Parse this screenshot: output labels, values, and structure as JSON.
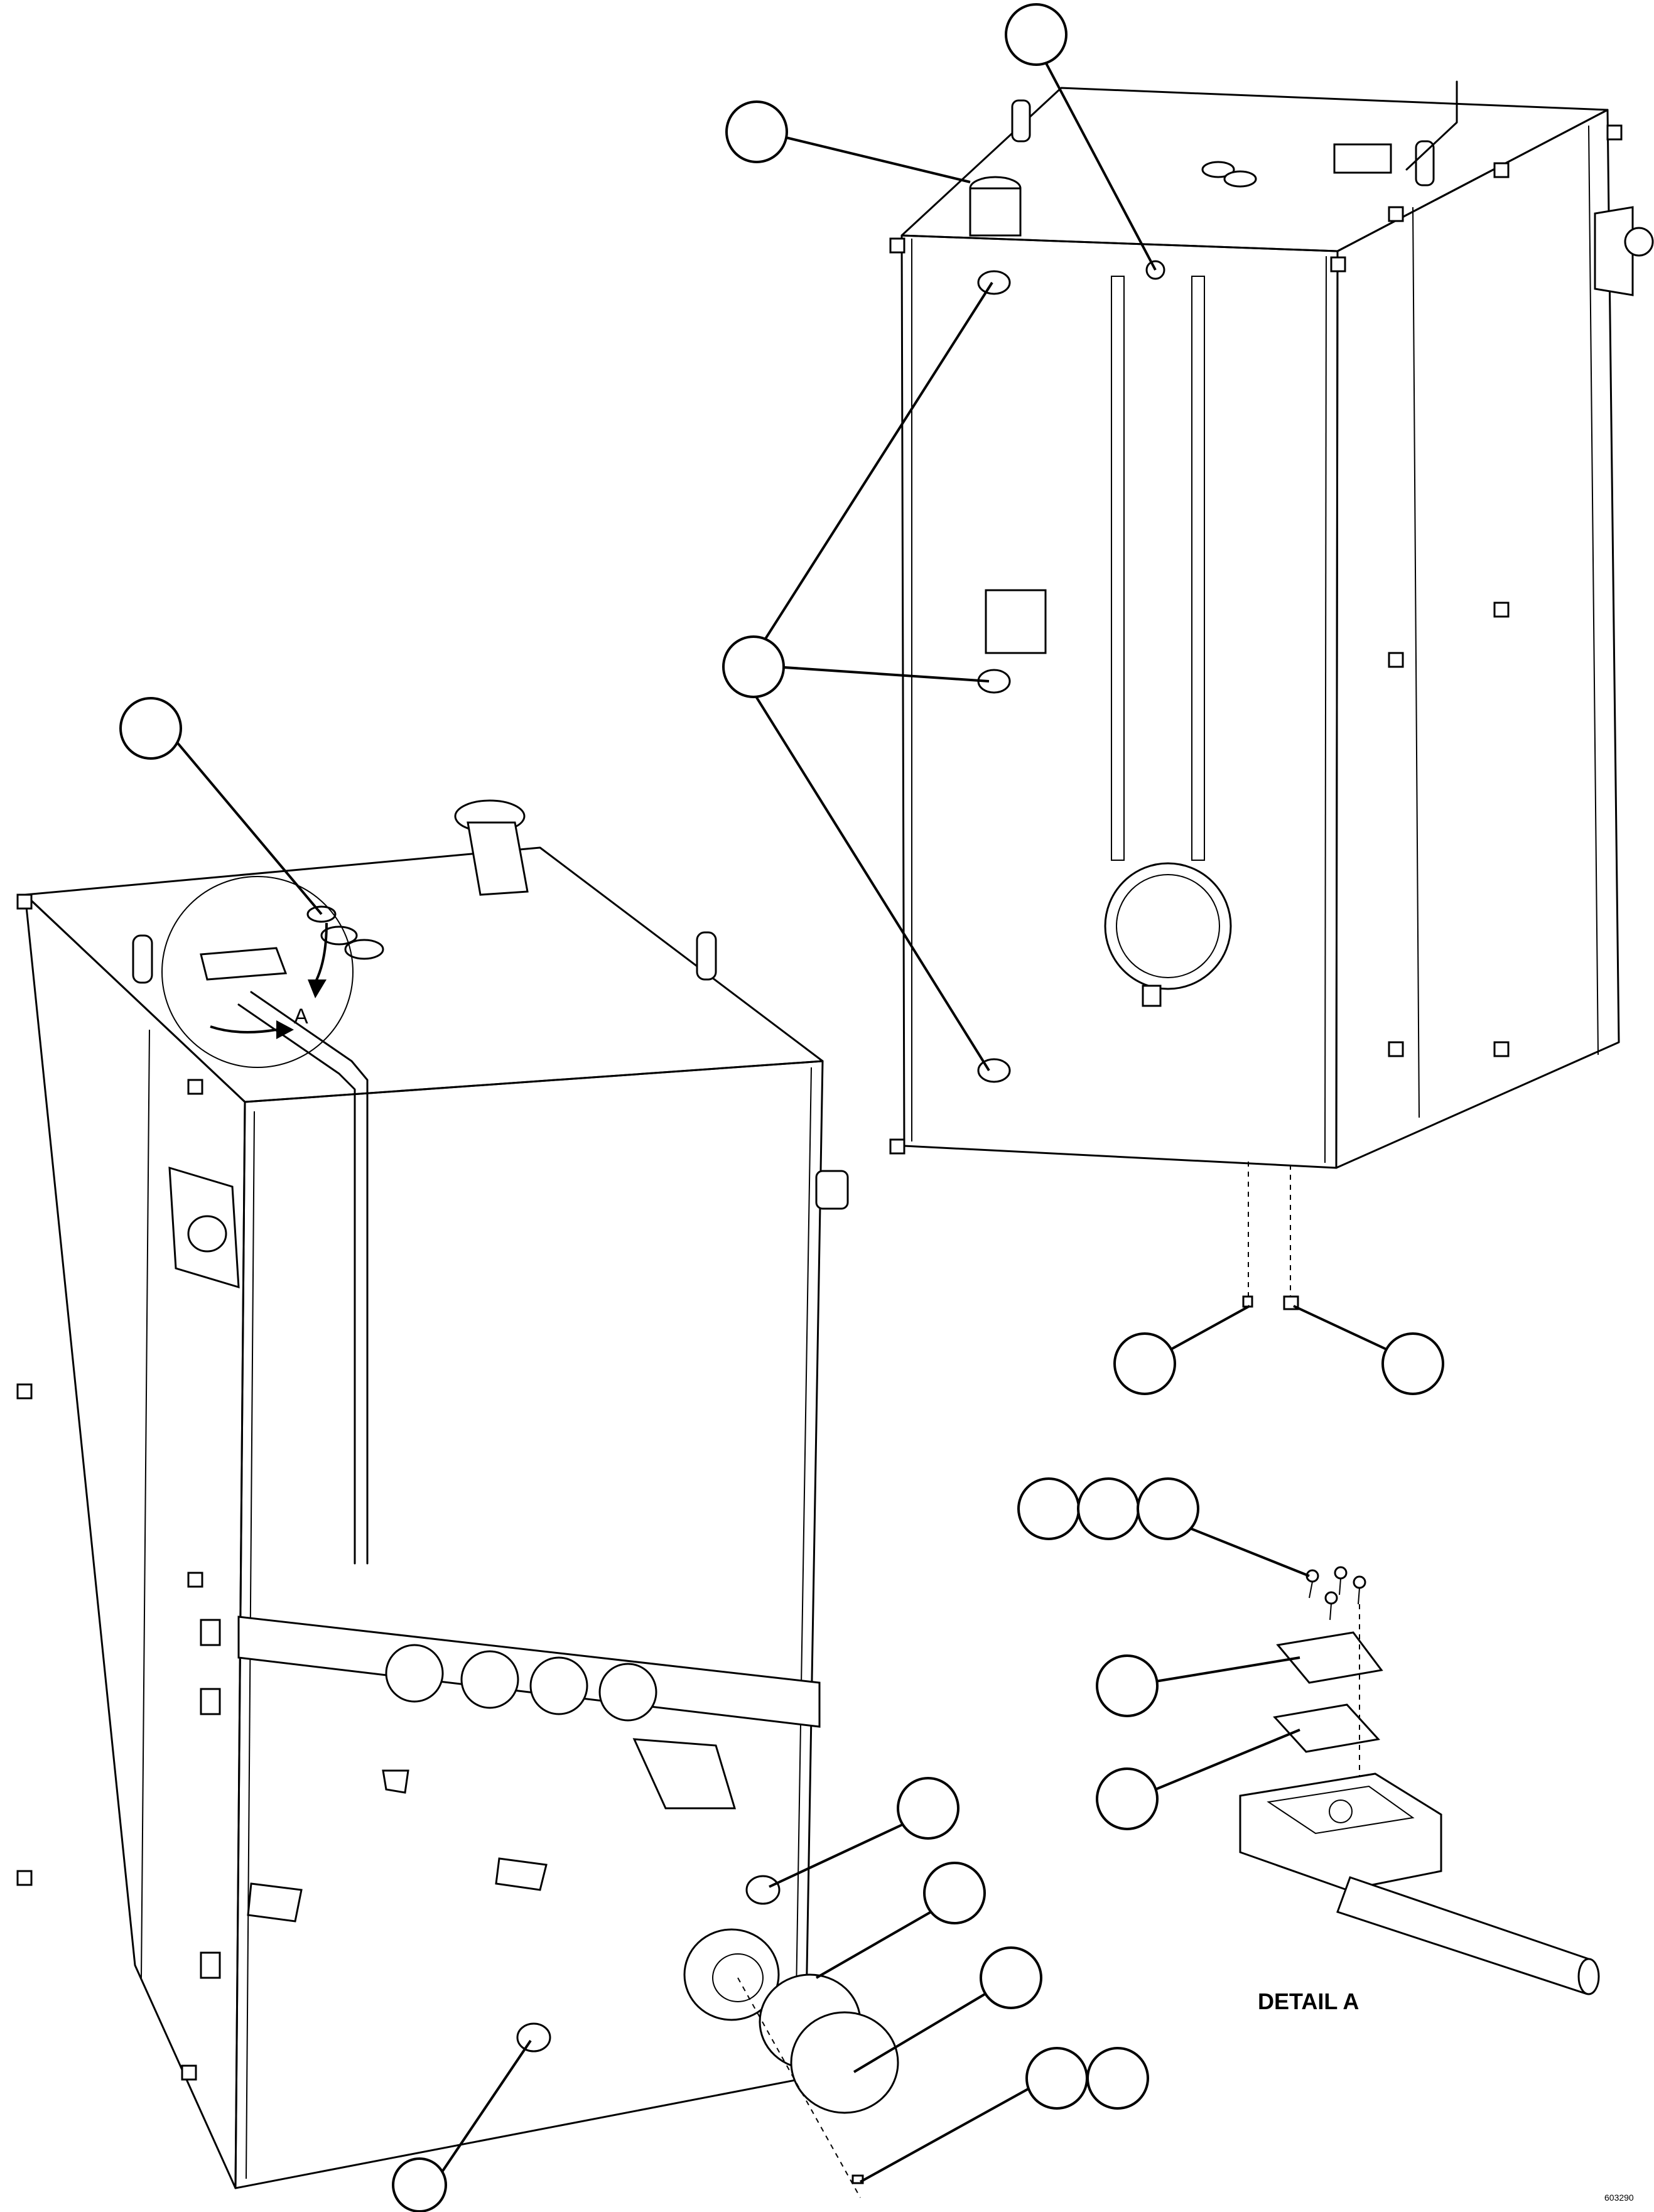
{
  "drawing": {
    "detail_letter": "A",
    "detail_caption": "DETAIL A",
    "figure_code": "603290"
  }
}
